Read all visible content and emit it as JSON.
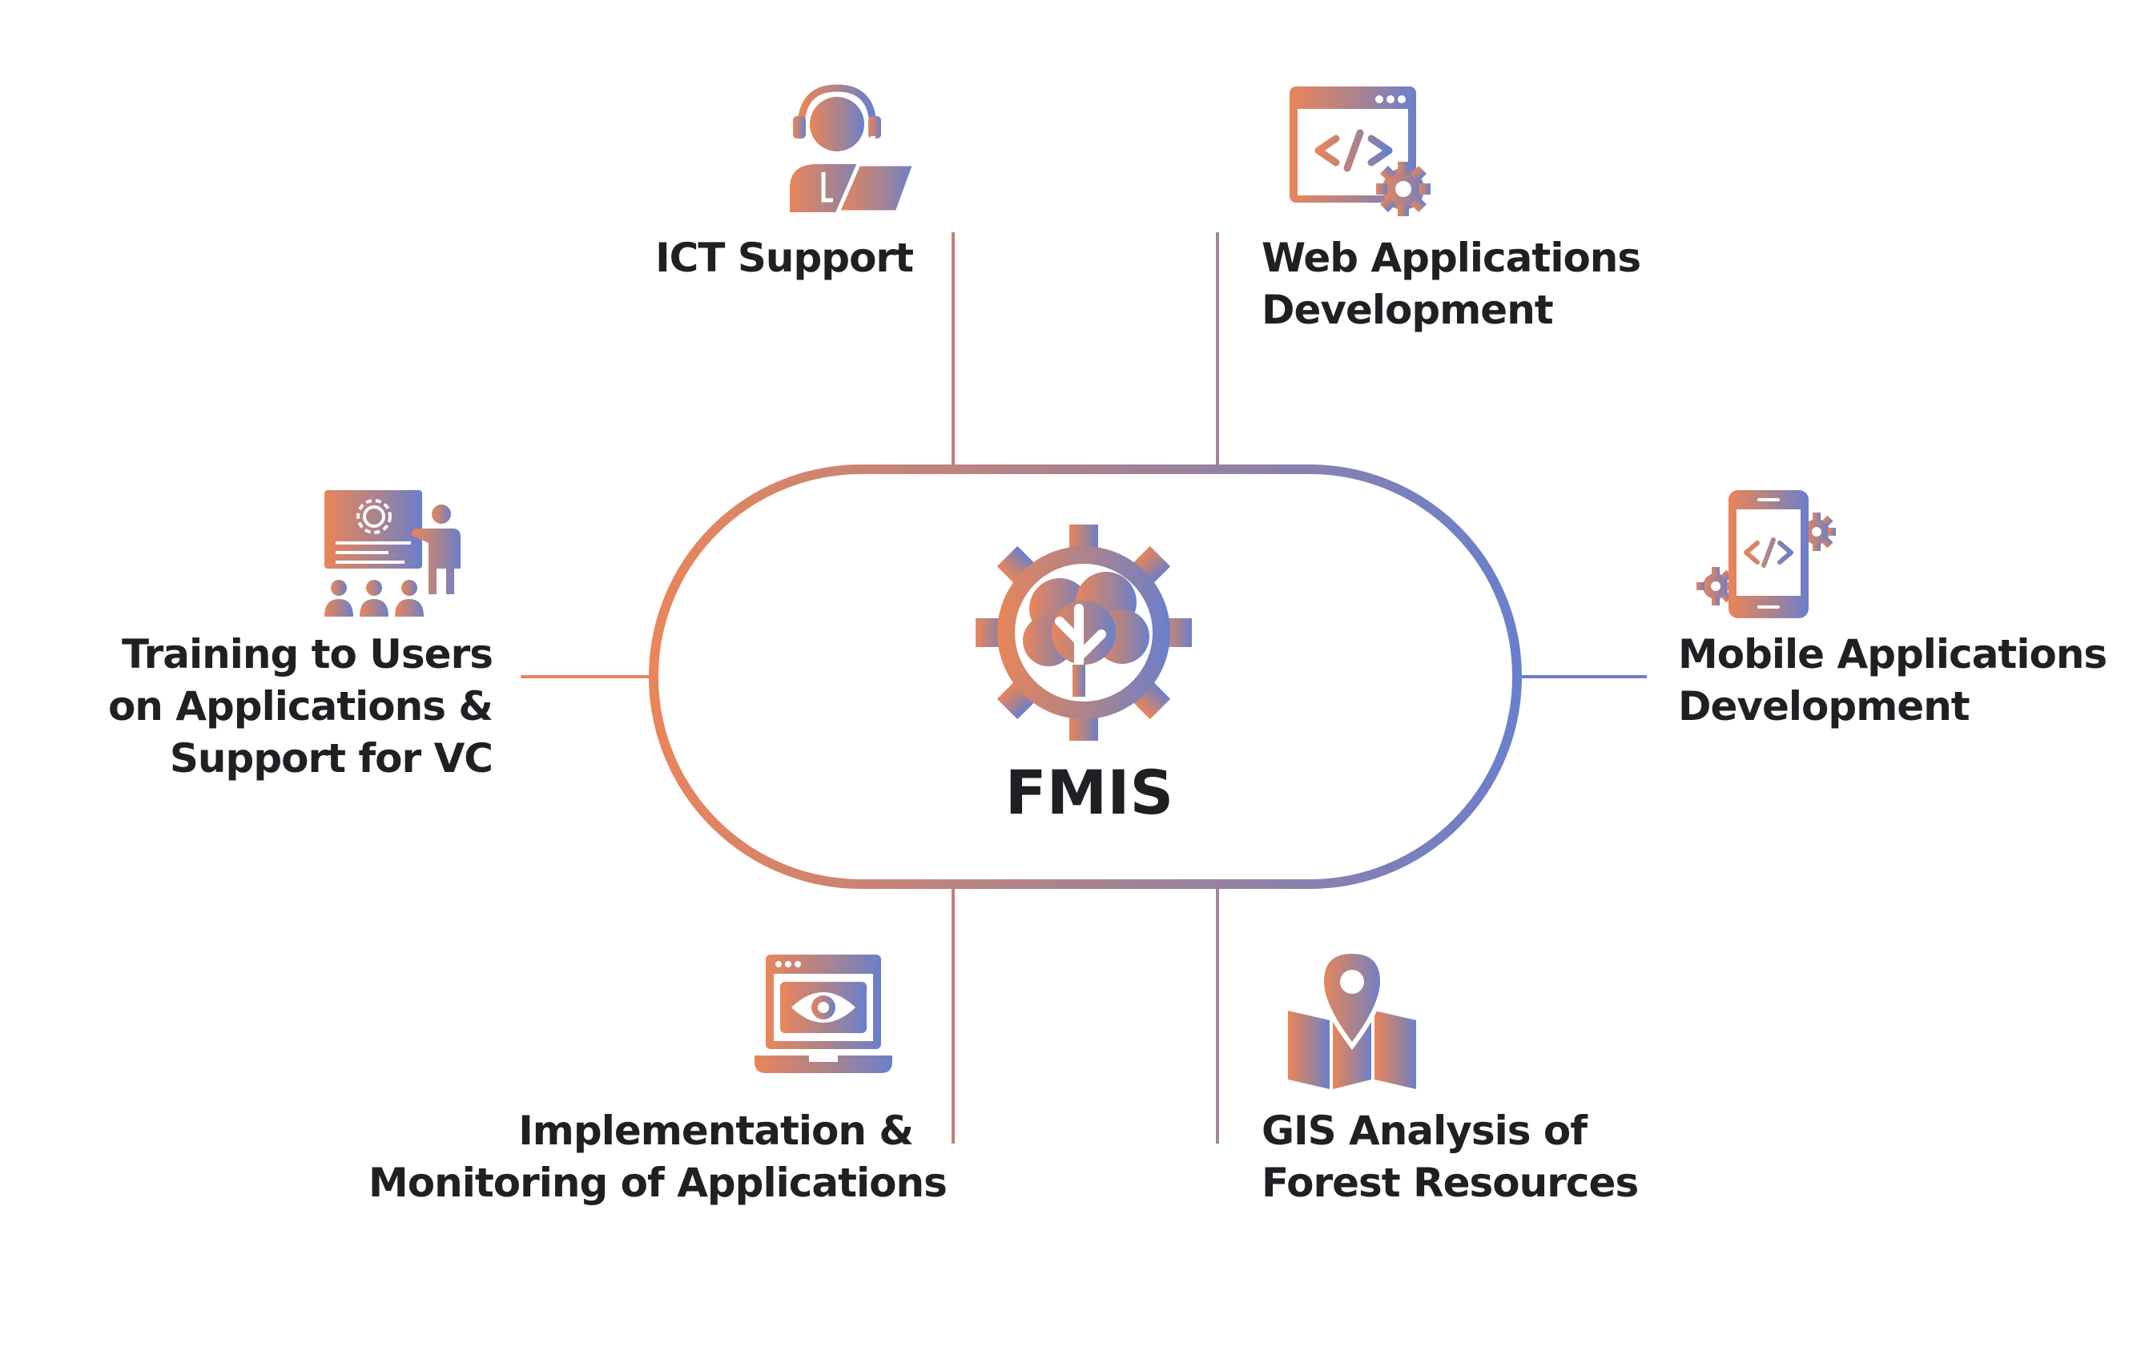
{
  "center": {
    "title": "FMIS",
    "icon": "gear-tree-icon"
  },
  "colors": {
    "gradient_start": "#e9855a",
    "gradient_mid": "#a8838f",
    "gradient_end": "#6a7fcc",
    "text": "#1f2023"
  },
  "services": [
    {
      "id": "ict-support",
      "icon": "headset-agent-laptop-icon",
      "lines": [
        "ICT Support"
      ]
    },
    {
      "id": "web-applications-development",
      "icon": "browser-code-gear-icon",
      "lines": [
        "Web Applications",
        "Development"
      ]
    },
    {
      "id": "training-to-users",
      "icon": "presentation-audience-icon",
      "lines": [
        "Training to Users",
        "on Applications &",
        "Support for VC"
      ]
    },
    {
      "id": "mobile-applications-development",
      "icon": "phone-code-gears-icon",
      "lines": [
        "Mobile Applications",
        "Development"
      ]
    },
    {
      "id": "implementation-monitoring",
      "icon": "laptop-eye-icon",
      "lines": [
        "Implementation &",
        "Monitoring of Applications"
      ]
    },
    {
      "id": "gis-analysis",
      "icon": "map-pin-icon",
      "lines": [
        "GIS Analysis of",
        "Forest Resources"
      ]
    }
  ]
}
